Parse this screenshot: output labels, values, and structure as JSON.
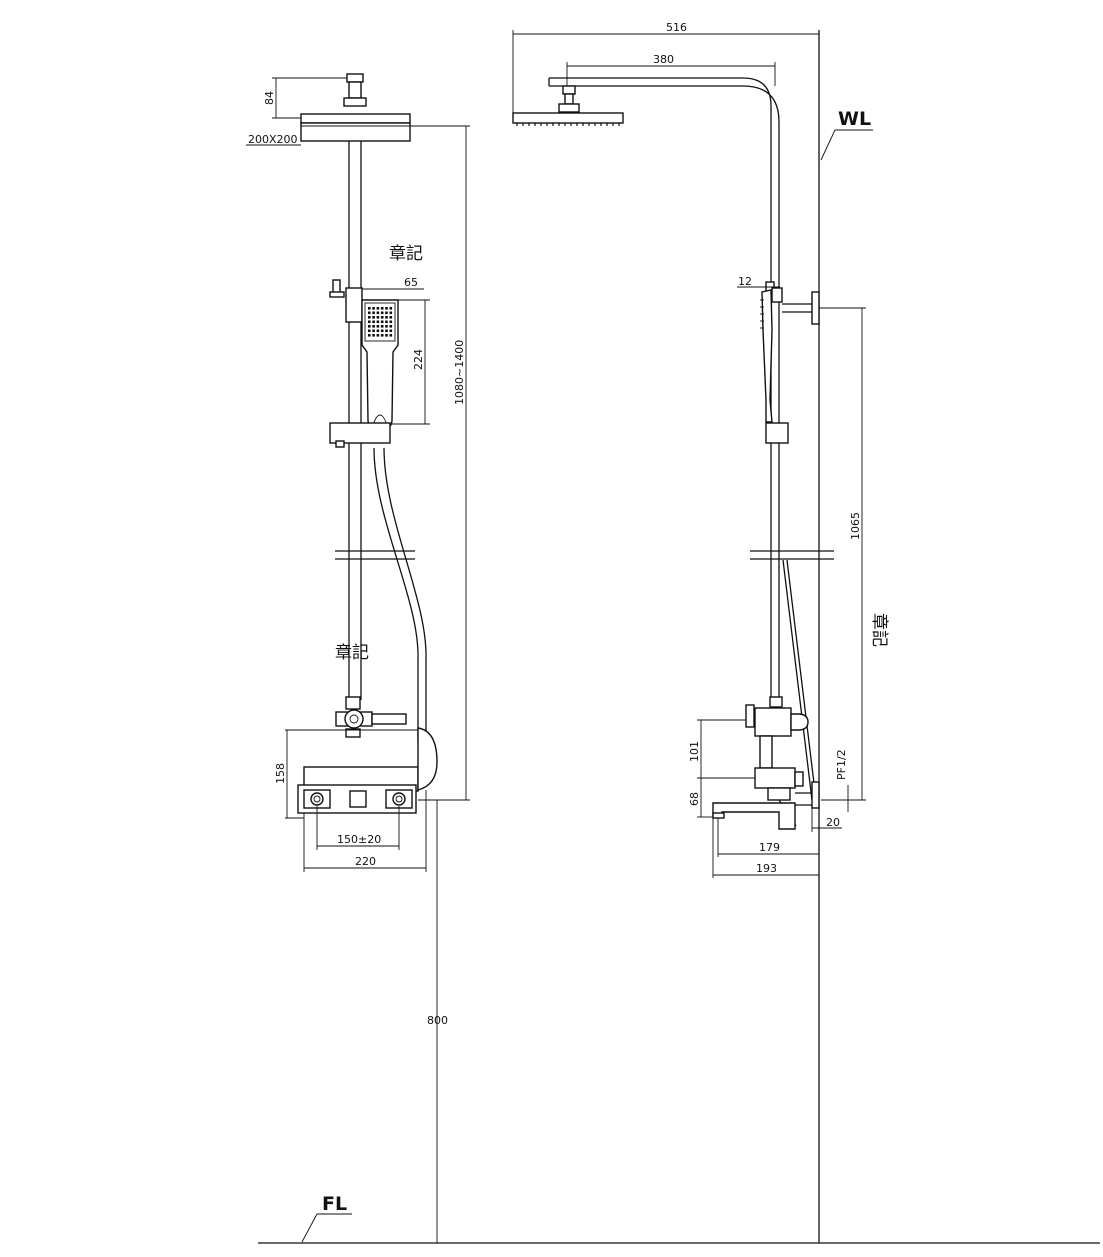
{
  "dimensions": {
    "head_height": "84",
    "head_size": "200X200",
    "handshower_width": "65",
    "handshower_length": "224",
    "height_range": "1080~1400",
    "valve_height": "158",
    "inlet_centres": "150±20",
    "valve_width": "220",
    "floor_to_outlet": "800",
    "arm_reach": "516",
    "head_offset": "380",
    "wall_clearance": "12",
    "bracket_height": "1065",
    "thread": "PF1/2",
    "diverter_height": "101",
    "spout_height": "68",
    "inlet_offset": "20",
    "spout_projection": "179",
    "overall_depth": "193"
  },
  "labels": {
    "wall_line": "WL",
    "floor_line": "FL",
    "mark_left_top": "章記",
    "mark_left_bottom": "章記",
    "mark_right": "章記"
  }
}
